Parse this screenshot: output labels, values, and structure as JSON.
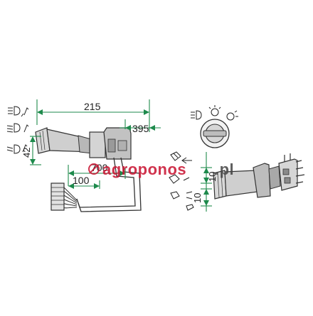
{
  "dimensions": {
    "length_215": "215",
    "length_395": "395",
    "length_700": "700",
    "length_100": "100",
    "height_42": "42",
    "height_10a": "10",
    "height_10b": "10"
  },
  "watermark": {
    "brand": "agroponos",
    "tld": ".pl"
  },
  "icons": [
    "headlight-high-beam-icon",
    "headlight-low-beam-icon",
    "horn-icon",
    "turn-signal-arrow-icon",
    "wiper-icon",
    "washer-icon"
  ],
  "colors": {
    "dimension_line": "#1e8a4c",
    "drawing_line": "#333333",
    "body_grey": "#c9c9c9",
    "watermark_red": "#c8102e",
    "watermark_dark": "#444444"
  }
}
